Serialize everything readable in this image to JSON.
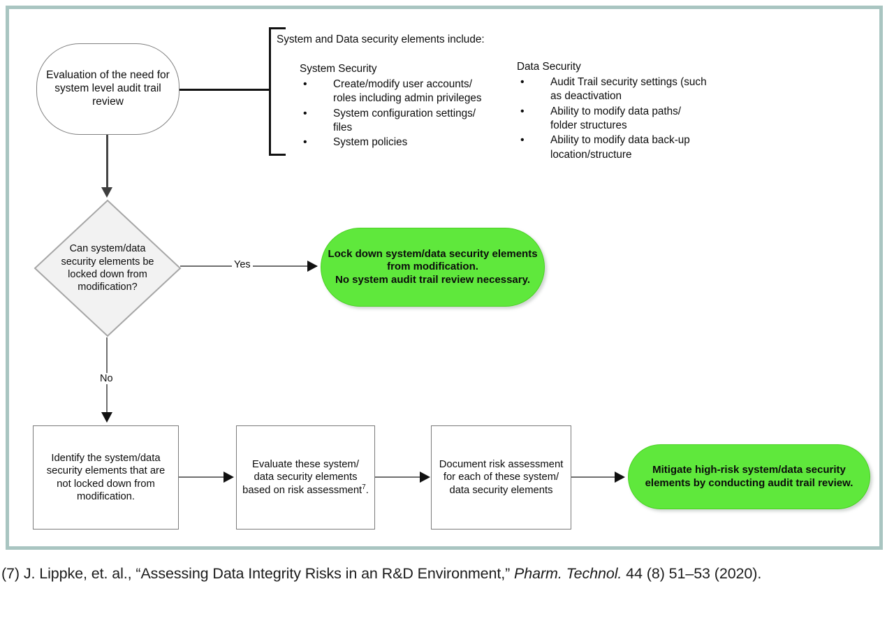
{
  "figure": {
    "title_hidden": "",
    "border_color": "#a9c5c1",
    "green_color": "#5fe83c",
    "diamond_fill": "#f2f2f2"
  },
  "nodes": {
    "start": {
      "label": "Evaluation of the need for\nsystem level audit trail\nreview",
      "shape": "rounded-terminator"
    },
    "decision": {
      "label": "Can system/data\nsecurity elements be\nlocked down from\nmodification?",
      "shape": "diamond"
    },
    "lock_down": {
      "label": "Lock down system/data security elements\nfrom modification.\nNo system audit trail review necessary.",
      "shape": "green-terminator"
    },
    "identify": {
      "label": "Identify the system/data\nsecurity elements that are\nnot locked down from\nmodification.",
      "shape": "process"
    },
    "evaluate": {
      "label_before": "Evaluate these system/\ndata security elements\nbased on risk assessment",
      "superscript": "7",
      "label_after": ".",
      "shape": "process"
    },
    "document": {
      "label": "Document risk assessment\nfor each of these system/\ndata security elements",
      "shape": "process"
    },
    "mitigate": {
      "label": "Mitigate high-risk system/data security\nelements by conducting audit trail review.",
      "shape": "green-terminator"
    }
  },
  "edges": {
    "yes_label": "Yes",
    "no_label": "No"
  },
  "callout": {
    "heading": "System and Data security elements include:",
    "columns": [
      {
        "title": "System Security",
        "bullets": [
          "Create/modify user accounts/\nroles including admin privileges",
          "System configuration settings/\nfiles",
          "System policies"
        ]
      },
      {
        "title": "Data Security",
        "bullets": [
          "Audit Trail security settings (such\nas deactivation",
          "Ability to modify data paths/\nfolder structures",
          "Ability to modify data back-up\nlocation/structure"
        ]
      }
    ]
  },
  "caption": {
    "prefix": "(7) J. Lippke, et. al., “Assessing Data Integrity Risks in an R&D Environment,” ",
    "italic": "Pharm. Technol.",
    "suffix": " 44 (8) 51–53 (2020)."
  }
}
